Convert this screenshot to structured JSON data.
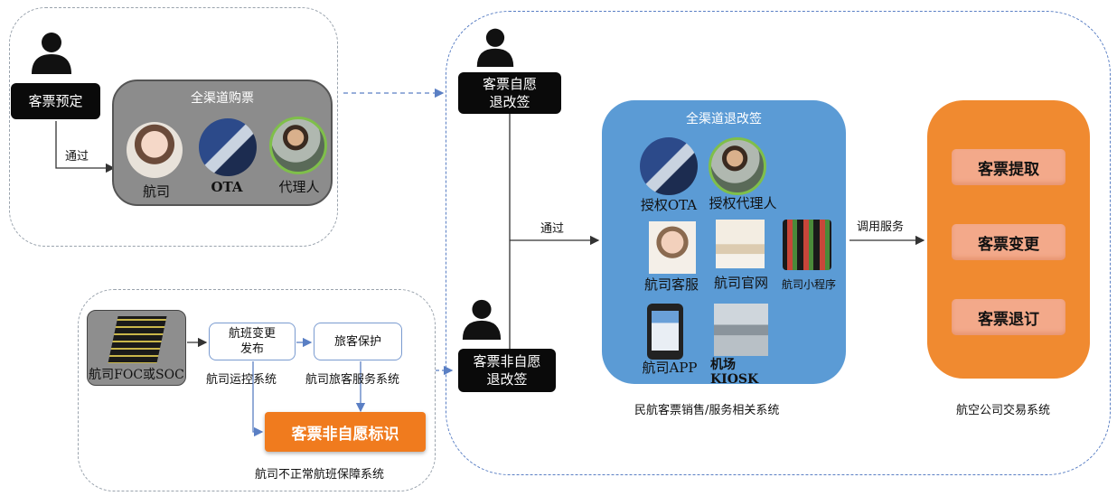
{
  "left_top": {
    "booking_label": "客票预定",
    "via_label": "通过",
    "panel_title": "全渠道购票",
    "channels": [
      "航司",
      "OTA",
      "代理人"
    ]
  },
  "left_bottom": {
    "foc_label": "航司FOC或SOC",
    "flight_change_box": "航班变更\n发布",
    "passenger_protect_box": "旅客保护",
    "ops_system_label": "航司运控系统",
    "pax_service_label": "航司旅客服务系统",
    "involuntary_mark": "客票非自愿标识",
    "region_caption": "航司不正常航班保障系统"
  },
  "right": {
    "voluntary_label": "客票自愿\n退改签",
    "involuntary_label": "客票非自愿\n退改签",
    "via_label": "通过",
    "blue_panel_title": "全渠道退改签",
    "blue_channels": [
      "授权OTA",
      "授权代理人",
      "航司客服",
      "航司官网",
      "航司小程序",
      "航司APP",
      "机场\nKIOSK"
    ],
    "blue_caption": "民航客票销售/服务相关系统",
    "call_service_label": "调用服务",
    "orange_items": [
      "客票提取",
      "客票变更",
      "客票退订"
    ],
    "orange_caption": "航空公司交易系统"
  },
  "colors": {
    "blue_panel": "#5b9bd5",
    "orange_panel": "#f08a30",
    "salmon_button": "#f3a98a",
    "grey_panel": "#8c8c8c",
    "dashed_blue": "#5a7fc4"
  },
  "icons": [
    "person-icon",
    "photo-thumbnail"
  ]
}
